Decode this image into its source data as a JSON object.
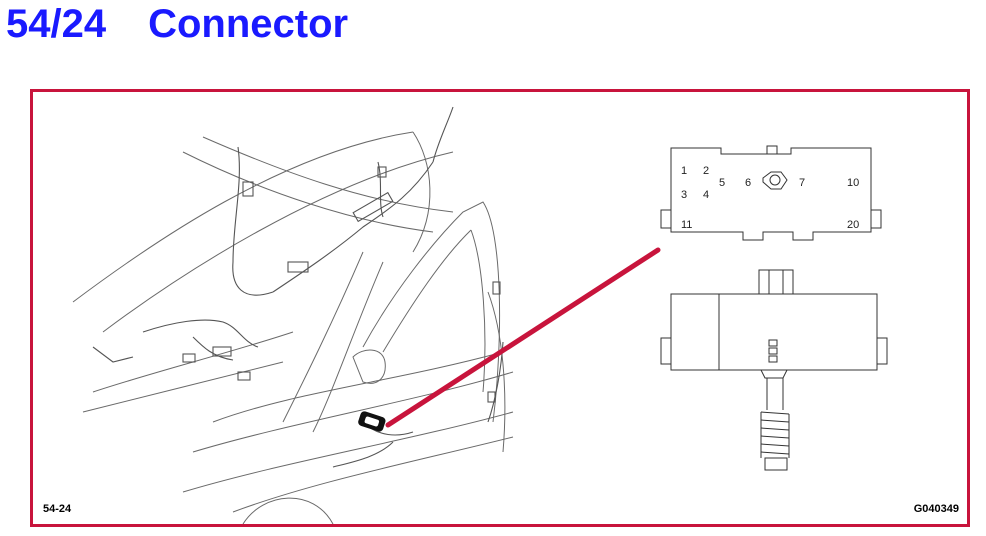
{
  "title": {
    "code": "54/24",
    "name": "Connector"
  },
  "figure": {
    "left_label": "54-24",
    "right_label": "G040349"
  },
  "connector_pins": [
    "1",
    "2",
    "3",
    "4",
    "5",
    "6",
    "7",
    "10",
    "11",
    "20"
  ],
  "colors": {
    "title": "#1a1aff",
    "frame": "#c8143c",
    "pointer": "#c8143c",
    "line_art": "#555555"
  },
  "icons": [
    "connector-face-icon",
    "connector-side-icon",
    "wiring-harness-drawing"
  ]
}
